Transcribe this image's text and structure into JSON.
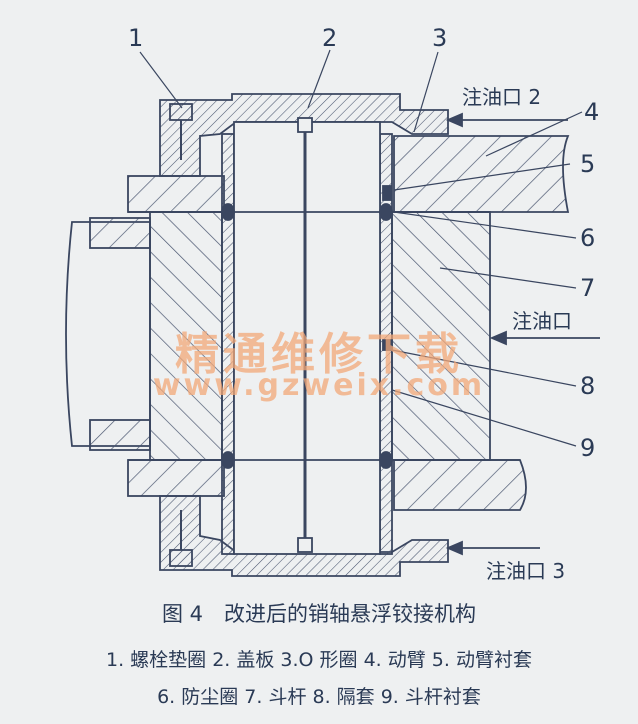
{
  "figure": {
    "part_numbers": [
      "1",
      "2",
      "3",
      "4",
      "5",
      "6",
      "7",
      "8",
      "9"
    ],
    "port_labels": {
      "port_2": "注油口 2",
      "port_main": "注油口",
      "port_3": "注油口 3"
    }
  },
  "watermark": {
    "text_cn": "精通维修下载",
    "url": "www.gzweix.com"
  },
  "caption": {
    "title": "图 4　改进后的销轴悬浮铰接机构",
    "legend_line_1": "1. 螺栓垫圈 2. 盖板 3.O 形圈 4. 动臂 5. 动臂衬套",
    "legend_line_2": "6. 防尘圈 7. 斗杆 8. 隔套 9. 斗杆衬套"
  },
  "colors": {
    "background": "#eef0f1",
    "line": "#3a4660",
    "text": "#2a3a55",
    "watermark": "#f2a878"
  }
}
